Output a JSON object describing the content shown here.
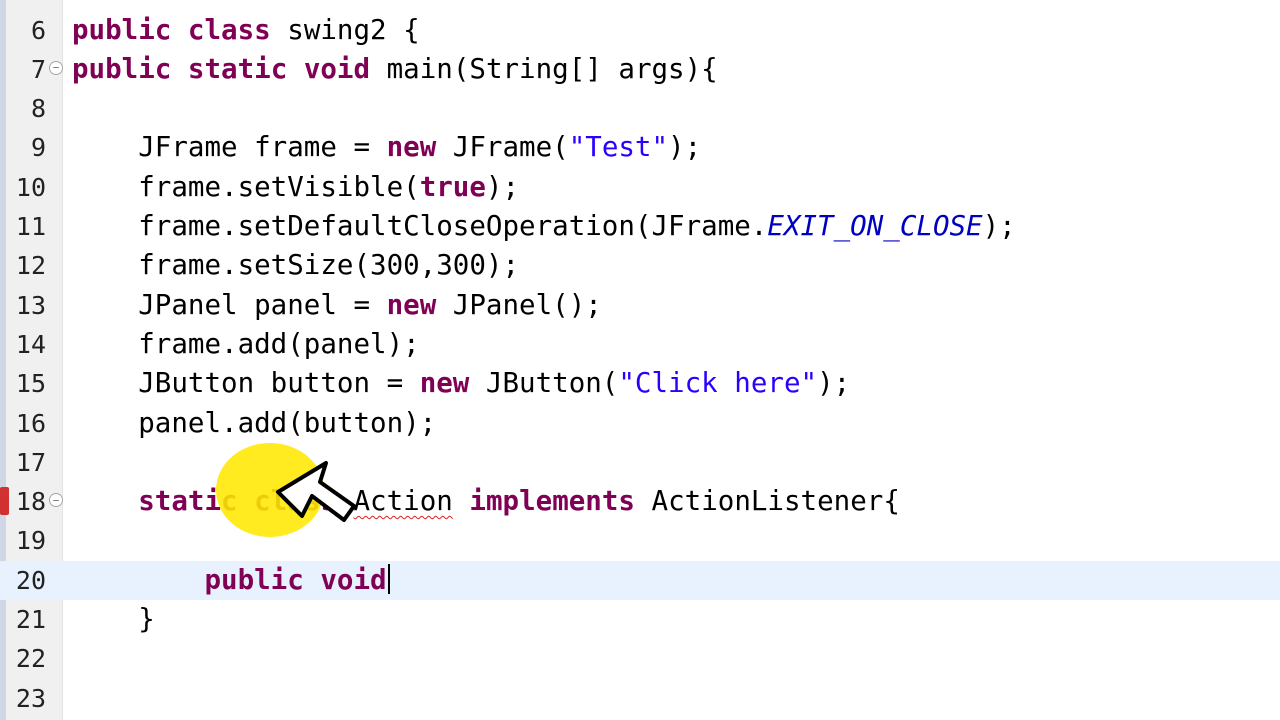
{
  "editor": {
    "current_line_index": 14,
    "lines": [
      {
        "number": "6",
        "tokens": [
          {
            "t": "public",
            "c": "kw"
          },
          {
            "t": " "
          },
          {
            "t": "class",
            "c": "kw"
          },
          {
            "t": " swing2 {"
          }
        ]
      },
      {
        "number": "7",
        "fold": true,
        "tokens": [
          {
            "t": "public",
            "c": "kw"
          },
          {
            "t": " "
          },
          {
            "t": "static",
            "c": "kw"
          },
          {
            "t": " "
          },
          {
            "t": "void",
            "c": "kw"
          },
          {
            "t": " main(String[] args){"
          }
        ]
      },
      {
        "number": "8",
        "tokens": []
      },
      {
        "number": "9",
        "tokens": [
          {
            "t": "    JFrame frame = "
          },
          {
            "t": "new",
            "c": "kw"
          },
          {
            "t": " JFrame("
          },
          {
            "t": "\"Test\"",
            "c": "str"
          },
          {
            "t": ");"
          }
        ]
      },
      {
        "number": "10",
        "tokens": [
          {
            "t": "    frame.setVisible("
          },
          {
            "t": "true",
            "c": "kw"
          },
          {
            "t": ");"
          }
        ]
      },
      {
        "number": "11",
        "tokens": [
          {
            "t": "    frame.setDefaultCloseOperation(JFrame."
          },
          {
            "t": "EXIT_ON_CLOSE",
            "c": "const"
          },
          {
            "t": ");"
          }
        ]
      },
      {
        "number": "12",
        "tokens": [
          {
            "t": "    frame.setSize(300,300);"
          }
        ]
      },
      {
        "number": "13",
        "tokens": [
          {
            "t": "    JPanel panel = "
          },
          {
            "t": "new",
            "c": "kw"
          },
          {
            "t": " JPanel();"
          }
        ]
      },
      {
        "number": "14",
        "tokens": [
          {
            "t": "    frame.add(panel);"
          }
        ]
      },
      {
        "number": "15",
        "tokens": [
          {
            "t": "    JButton button = "
          },
          {
            "t": "new",
            "c": "kw"
          },
          {
            "t": " JButton("
          },
          {
            "t": "\"Click here\"",
            "c": "str"
          },
          {
            "t": ");"
          }
        ]
      },
      {
        "number": "16",
        "tokens": [
          {
            "t": "    panel.add(button);"
          }
        ]
      },
      {
        "number": "17",
        "tokens": []
      },
      {
        "number": "18",
        "fold": true,
        "error": true,
        "tokens": [
          {
            "t": "    "
          },
          {
            "t": "static",
            "c": "kw"
          },
          {
            "t": " "
          },
          {
            "t": "class",
            "c": "kw"
          },
          {
            "t": " "
          },
          {
            "t": "Action",
            "c": "typo"
          },
          {
            "t": " "
          },
          {
            "t": "implements",
            "c": "kw"
          },
          {
            "t": " ActionListener{"
          }
        ]
      },
      {
        "number": "19",
        "tokens": []
      },
      {
        "number": "20",
        "caret": true,
        "tokens": [
          {
            "t": "        "
          },
          {
            "t": "public",
            "c": "kw"
          },
          {
            "t": " "
          },
          {
            "t": "void",
            "c": "kw"
          }
        ]
      },
      {
        "number": "21",
        "tokens": [
          {
            "t": "    }"
          }
        ]
      },
      {
        "number": "22",
        "tokens": []
      },
      {
        "number": "23",
        "tokens": []
      }
    ]
  },
  "overlay": {
    "highlight_color": "#ffe800",
    "cursor_icon": "arrow-pointer-icon"
  }
}
